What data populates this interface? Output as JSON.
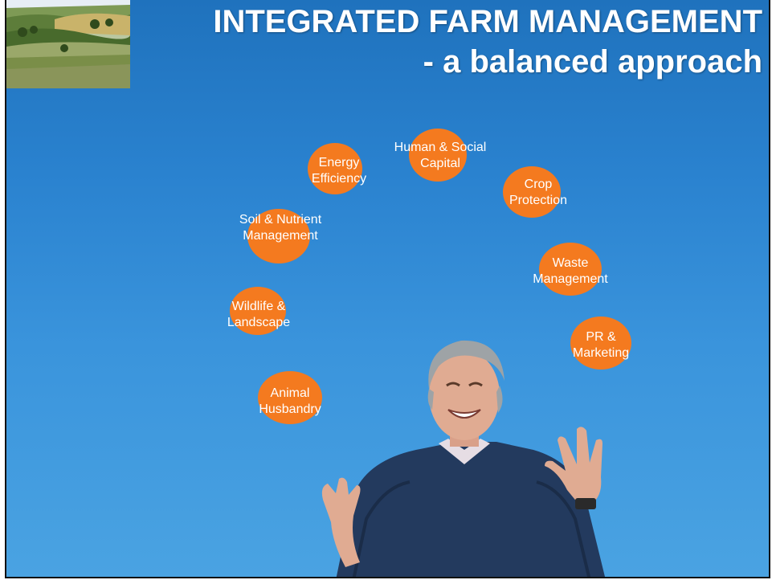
{
  "slide": {
    "title_line1": "INTEGRATED FARM MANAGEMENT",
    "title_line2": "- a balanced approach"
  },
  "images": {
    "thumbnail": "farm-landscape-thumbnail",
    "photo": "man-juggling-photo"
  },
  "colors": {
    "sky": "#2a82cf",
    "bubble": "#f47a1f",
    "text": "#ffffff"
  },
  "bubbles": [
    {
      "name": "energy-efficiency",
      "line1": "Energy",
      "line2": "Efficiency"
    },
    {
      "name": "human-social-capital",
      "line1": "Human & Social",
      "line2": "Capital"
    },
    {
      "name": "crop-protection",
      "line1": "Crop",
      "line2": "Protection"
    },
    {
      "name": "soil-nutrient-management",
      "line1": "Soil & Nutrient",
      "line2": "Management"
    },
    {
      "name": "waste-management",
      "line1": "Waste",
      "line2": "Management"
    },
    {
      "name": "wildlife-landscape",
      "line1": "Wildlife &",
      "line2": "Landscape"
    },
    {
      "name": "pr-marketing",
      "line1": "PR &",
      "line2": "Marketing"
    },
    {
      "name": "animal-husbandry",
      "line1": "Animal",
      "line2": "Husbandry"
    }
  ]
}
